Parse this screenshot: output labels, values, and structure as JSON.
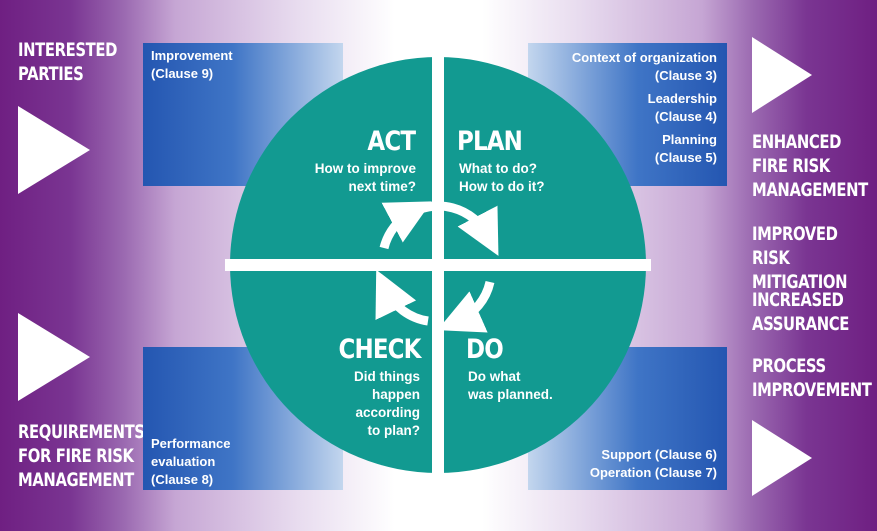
{
  "colors": {
    "wheel": "#129a91",
    "box_blue": "#2456b1",
    "purple": "#6f1f82",
    "text": "#ffffff"
  },
  "left": {
    "inputs_top": "INTERESTED\nPARTIES",
    "inputs_bottom": "REQUIREMENTS\nFOR FIRE RISK\nMANAGEMENT"
  },
  "right": {
    "outcomes": [
      "ENHANCED\nFIRE RISK\nMANAGEMENT",
      "IMPROVED RISK\nMITIGATION",
      "INCREASED\nASSURANCE",
      "PROCESS\nIMPROVEMENT"
    ]
  },
  "boxes": {
    "top_left": "Improvement\n(Clause 9)",
    "top_right_1": "Context of organization\n(Clause 3)",
    "top_right_2": "Leadership\n(Clause 4)",
    "top_right_3": "Planning\n(Clause 5)",
    "bottom_left": "Performance\nevaluation\n(Clause 8)",
    "bottom_right": "Support (Clause 6)\nOperation (Clause 7)"
  },
  "quadrants": {
    "act": {
      "title": "ACT",
      "text": "How to improve\nnext time?"
    },
    "plan": {
      "title": "PLAN",
      "text": "What to do?\nHow to do it?"
    },
    "check": {
      "title": "CHECK",
      "text": "Did things\nhappen\naccording\nto plan?"
    },
    "do": {
      "title": "DO",
      "text": "Do what\nwas planned."
    }
  }
}
